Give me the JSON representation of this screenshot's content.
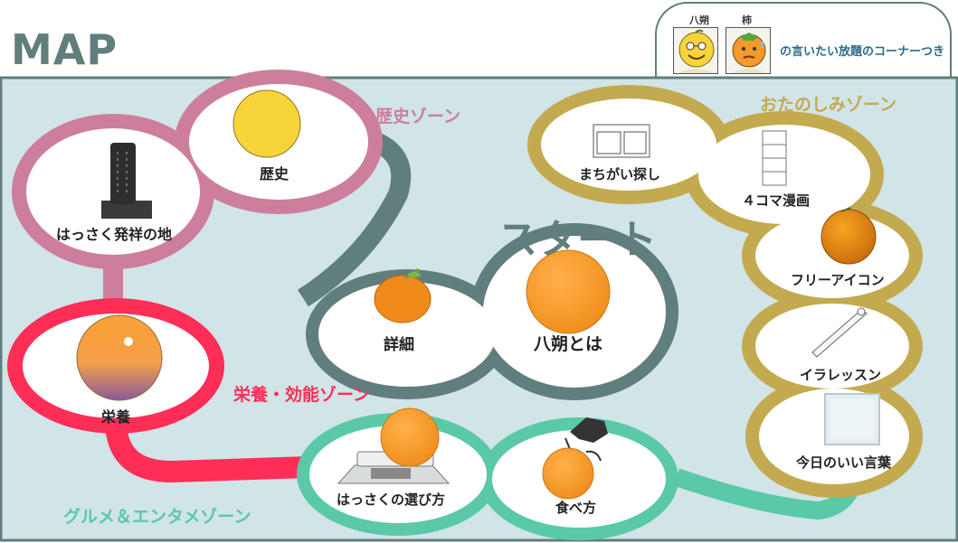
{
  "title": "MAP",
  "colors": {
    "board_bg": "#d1e4e8",
    "board_border": "#607e7c",
    "history_zone": "#cd7e9c",
    "health_zone": "#ff2e57",
    "gourmet_zone": "#5ac9a7",
    "fun_zone": "#c4aa4f",
    "start_ring": "#607e7c",
    "blue_text": "#2a6b8a"
  },
  "characters": {
    "hassaku": {
      "name": "八朔",
      "icon": "smiling-orange-character-icon"
    },
    "kaki": {
      "name": "柿",
      "icon": "sweating-persimmon-character-icon"
    },
    "corner_text": "の言いたい放題のコーナーつき"
  },
  "start_label": "スタート",
  "zones": {
    "history": "歴史ゾーン",
    "health": "栄養・効能ゾーン",
    "gourmet": "グルメ＆エンタメゾーン",
    "fun": "おたのしみゾーン"
  },
  "nodes": {
    "about": {
      "label": "八朔とは",
      "icon": "orange-icon"
    },
    "details": {
      "label": "詳細",
      "icon": "tangerine-icon"
    },
    "history": {
      "label": "歴史",
      "icon": "yellow-citrus-icon"
    },
    "origin": {
      "label": "はっさく発祥の地",
      "icon": "stone-monument-icon"
    },
    "nutrition": {
      "label": "栄養",
      "icon": "sunset-orange-icon"
    },
    "choosing": {
      "label": "はっさくの選び方",
      "icon": "kitchen-scale-icon"
    },
    "eating": {
      "label": "食べ方",
      "icon": "peeling-hand-icon"
    },
    "spot_diff": {
      "label": "まちがい探し",
      "icon": "picture-panels-icon"
    },
    "comic": {
      "label": "４コマ漫画",
      "icon": "four-panel-comic-icon"
    },
    "free_icon": {
      "label": "フリーアイコン",
      "icon": "dark-orange-icon"
    },
    "illust": {
      "label": "イラレッスン",
      "icon": "pen-icon"
    },
    "quote": {
      "label": "今日のいい言葉",
      "icon": "quote-card-icon"
    }
  }
}
